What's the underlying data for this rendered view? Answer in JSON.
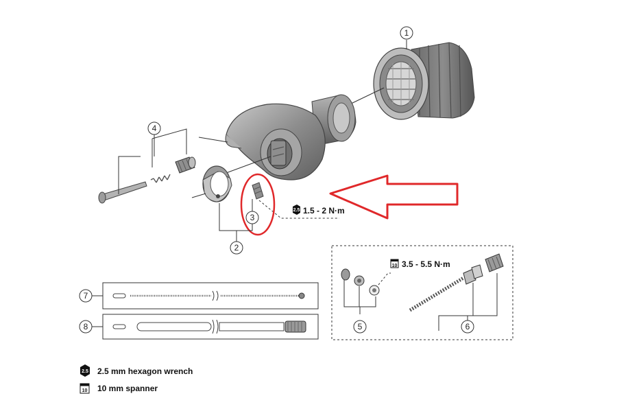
{
  "callouts": [
    "1",
    "2",
    "3",
    "4",
    "5",
    "6",
    "7",
    "8"
  ],
  "torques": {
    "upper": {
      "tool_symbol": "2.5",
      "value": "1.5 - 2 N·m"
    },
    "lower": {
      "tool_symbol": "10",
      "value": "3.5 - 5.5 N·m"
    }
  },
  "legend": {
    "hex_wrench": {
      "symbol": "2.5",
      "label": "2.5 mm hexagon wrench"
    },
    "spanner": {
      "symbol": "10",
      "label": "10 mm spanner"
    }
  },
  "colors": {
    "highlight": "#e0282a",
    "part_dark": "#6f6f6f",
    "part_mid": "#9a9a9a",
    "part_light": "#cfcfcf",
    "line": "#333333"
  }
}
